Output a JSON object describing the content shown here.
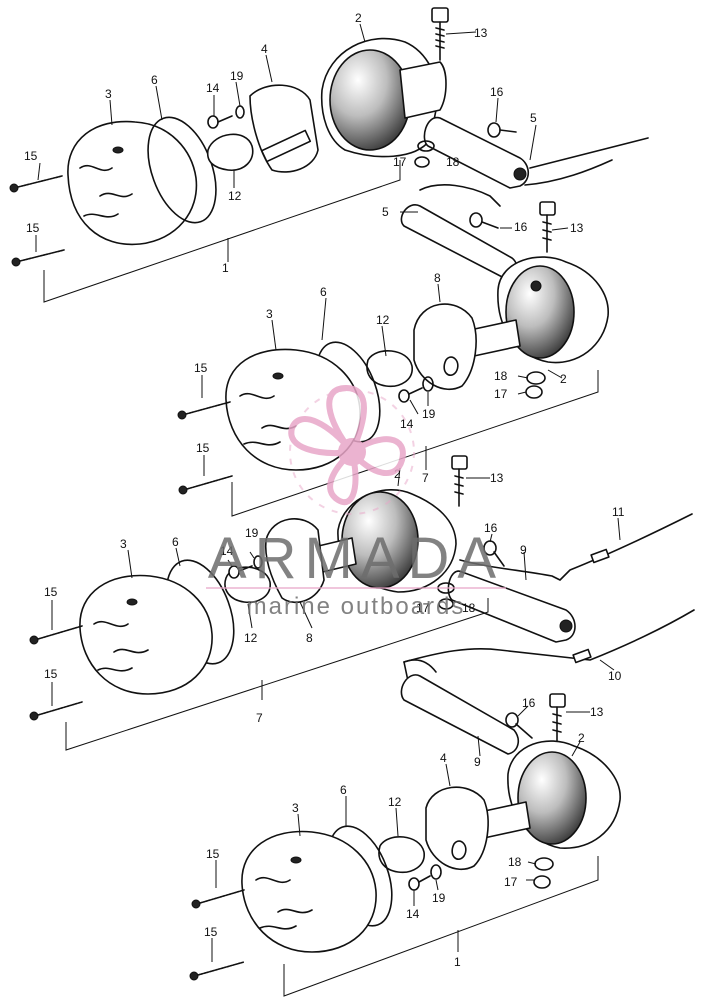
{
  "callouts": {
    "a1": "1",
    "a2": "2",
    "a3": "3",
    "a4": "4",
    "a5a": "5",
    "a5b": "5",
    "a6": "6",
    "a12": "12",
    "a13a": "13",
    "a13b": "13",
    "a14": "14",
    "a15a": "15",
    "a15b": "15",
    "a16a": "16",
    "a16b": "16",
    "a17": "17",
    "a18": "18",
    "a19": "19",
    "b2": "2",
    "b3": "3",
    "b6": "6",
    "b7": "7",
    "b8": "8",
    "b12": "12",
    "b14": "14",
    "b15a": "15",
    "b15b": "15",
    "b17": "17",
    "b18": "18",
    "b19": "19",
    "c2": "2",
    "c3": "3",
    "c6": "6",
    "c7": "7",
    "c8": "8",
    "c9": "9",
    "c10": "10",
    "c11": "11",
    "c12": "12",
    "c13": "13",
    "c14": "14",
    "c15a": "15",
    "c15b": "15",
    "c16": "16",
    "c17": "17",
    "c18": "18",
    "c19": "19",
    "d1": "1",
    "d2": "2",
    "d3": "3",
    "d4": "4",
    "d6": "6",
    "d9": "9",
    "d12": "12",
    "d13": "13",
    "d14": "14",
    "d15a": "15",
    "d15b": "15",
    "d16": "16",
    "d17": "17",
    "d18": "18",
    "d19": "19"
  },
  "watermark": {
    "brand": "ARMADA",
    "tagline": "marine outboards",
    "logo_color": "#e8a6c8",
    "text_color": "#6d6d6d"
  }
}
